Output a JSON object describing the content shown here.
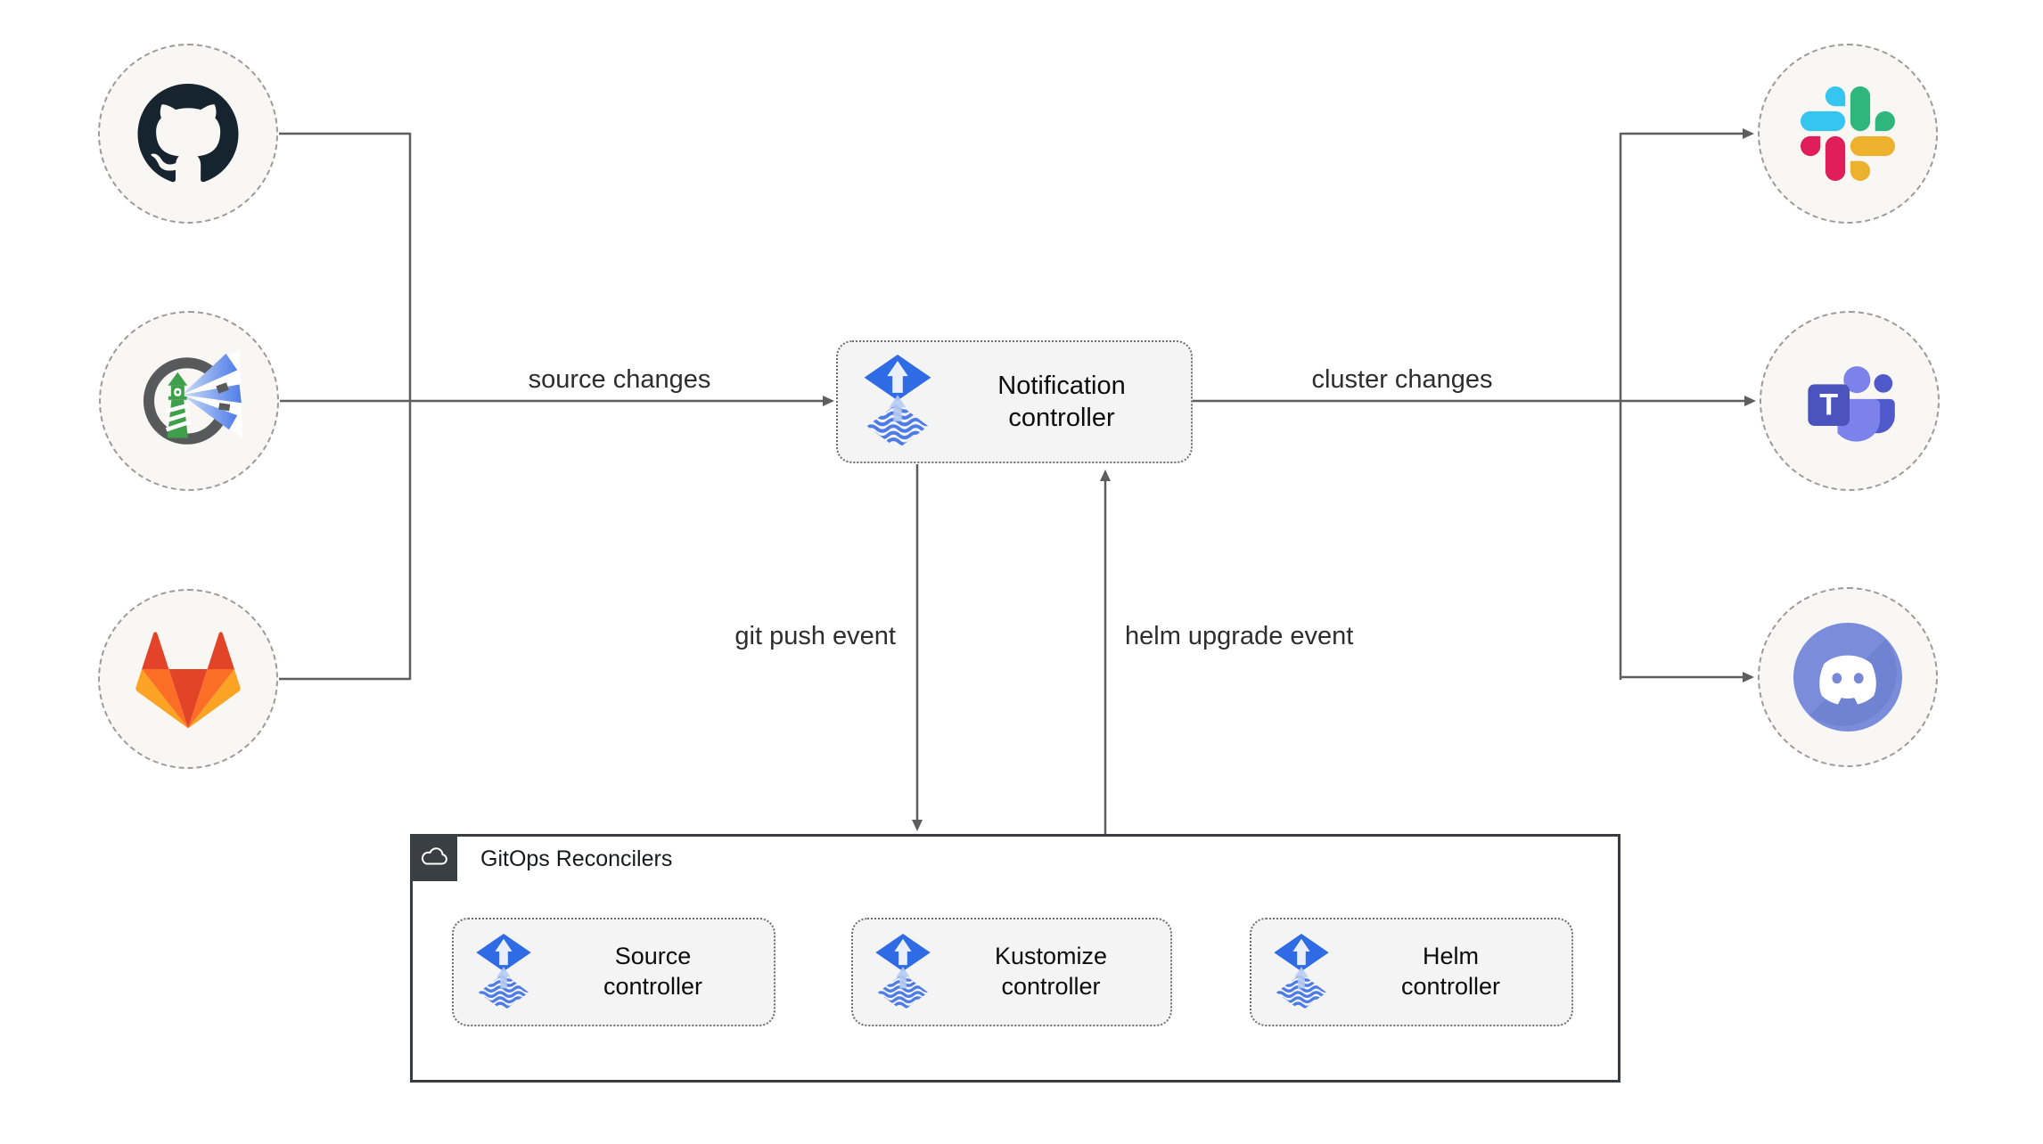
{
  "diagram_type": "flux-notification-architecture",
  "nodes": {
    "notification": {
      "label": "Notification controller",
      "icon": "flux-icon"
    },
    "source": {
      "label": "Source controller",
      "icon": "flux-icon"
    },
    "kustomize": {
      "label": "Kustomize controller",
      "icon": "flux-icon"
    },
    "helm": {
      "label": "Helm controller",
      "icon": "flux-icon"
    }
  },
  "group": {
    "label": "GitOps Reconcilers",
    "icon": "cloud-icon"
  },
  "edges": {
    "source_changes": "source changes",
    "cluster_changes": "cluster changes",
    "git_push_event": "git push event",
    "helm_upgrade_event": "helm upgrade event"
  },
  "sources": [
    {
      "icon": "github-icon"
    },
    {
      "icon": "harbor-icon"
    },
    {
      "icon": "gitlab-icon"
    }
  ],
  "providers": [
    {
      "icon": "slack-icon"
    },
    {
      "icon": "teams-icon"
    },
    {
      "icon": "discord-icon"
    }
  ],
  "icons": {
    "teams_overlay_letter": "T"
  },
  "colors": {
    "line": "#5e5e5e",
    "flux_blue": "#2e6be4",
    "flux_wave_blue": "#4e7ce6",
    "box_bg": "#f4f4f4",
    "circle_bg": "#f8f7f4",
    "group_border": "#383c40",
    "group_label_bg": "#3a3f44",
    "github_dark": "#16242f",
    "harbor_green": "#3f9f4b",
    "gitlab_red": "#e24329",
    "gitlab_orange": "#fc6d26",
    "gitlab_yellow": "#fca326",
    "slack_blue": "#36C5F0",
    "slack_green": "#2EB67D",
    "slack_yellow": "#ECB22E",
    "slack_pink": "#E01E5A",
    "teams_purple": "#4b53bc",
    "discord_blurple": "#7689d8"
  }
}
